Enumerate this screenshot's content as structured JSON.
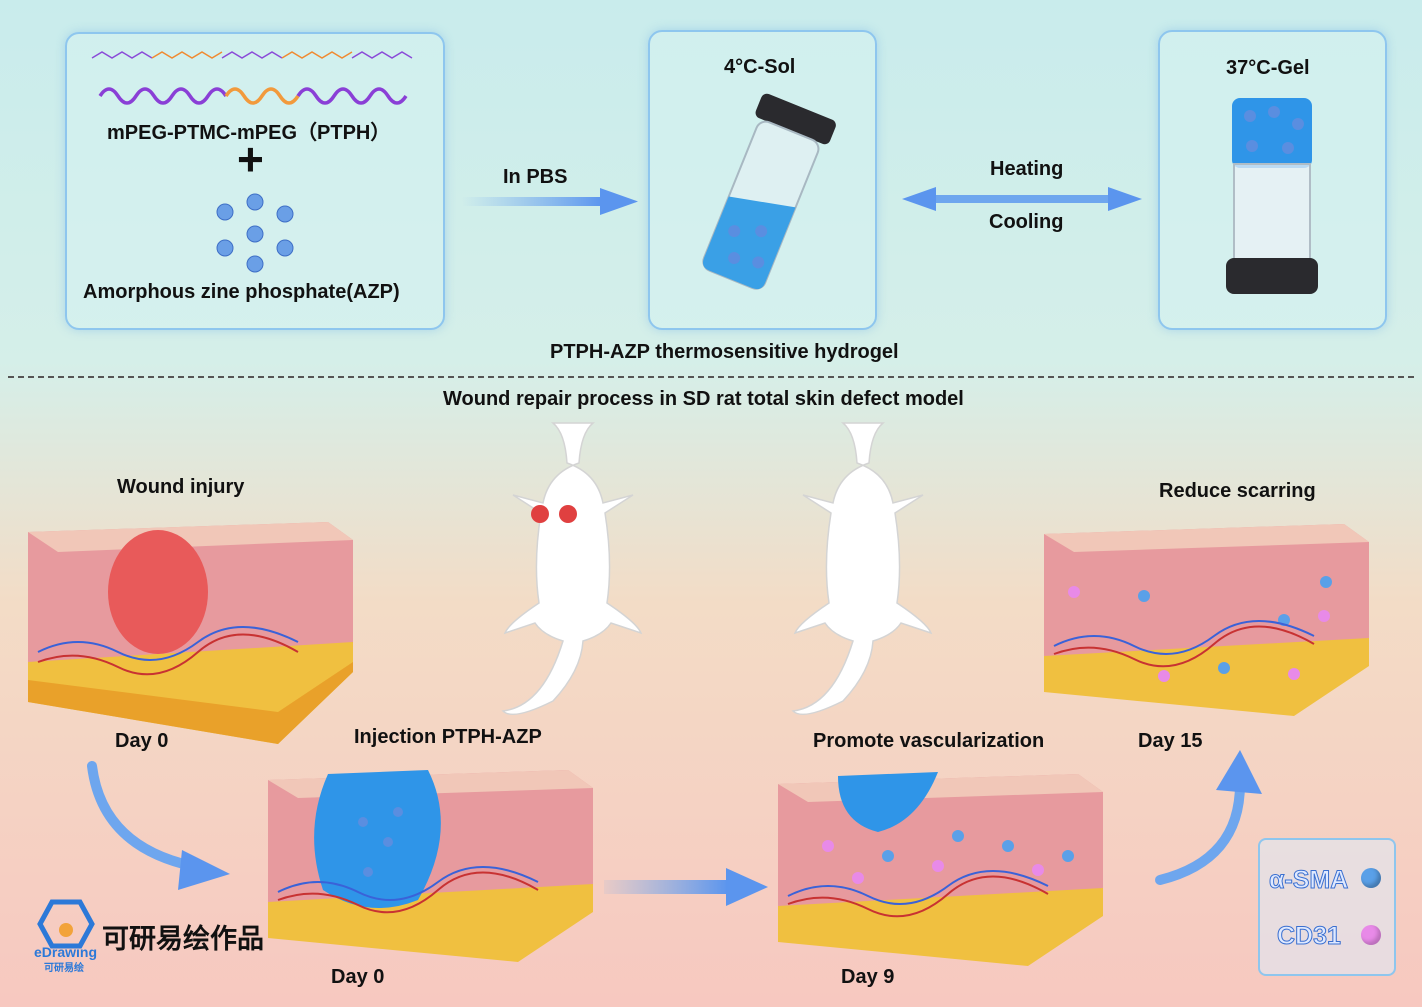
{
  "top": {
    "polymer_label": "mPEG-PTMC-mPEG（PTPH）",
    "plus": "+",
    "azp_label": "Amorphous zine phosphate(AZP)",
    "arrow_pbs": "In PBS",
    "sol_label": "4°C-Sol",
    "heating": "Heating",
    "cooling": "Cooling",
    "gel_label": "37°C-Gel",
    "hydrogel_caption": "PTPH-AZP thermosensitive hydrogel"
  },
  "bottom": {
    "title": "Wound repair process in SD rat total skin defect model",
    "wound_injury": "Wound injury",
    "day0_a": "Day 0",
    "injection": "Injection PTPH-AZP",
    "day0_b": "Day 0",
    "promote": "Promote vascularization",
    "day9": "Day 9",
    "reduce": "Reduce scarring",
    "day15": "Day 15"
  },
  "legend": {
    "sma": "α-SMA",
    "cd31": "CD31",
    "sma_color": "#5aa0e8",
    "cd31_color": "#e88ae8"
  },
  "watermark": {
    "brand": "eDrawing",
    "sub": "可研易绘",
    "cn": "可研易绘作品"
  }
}
